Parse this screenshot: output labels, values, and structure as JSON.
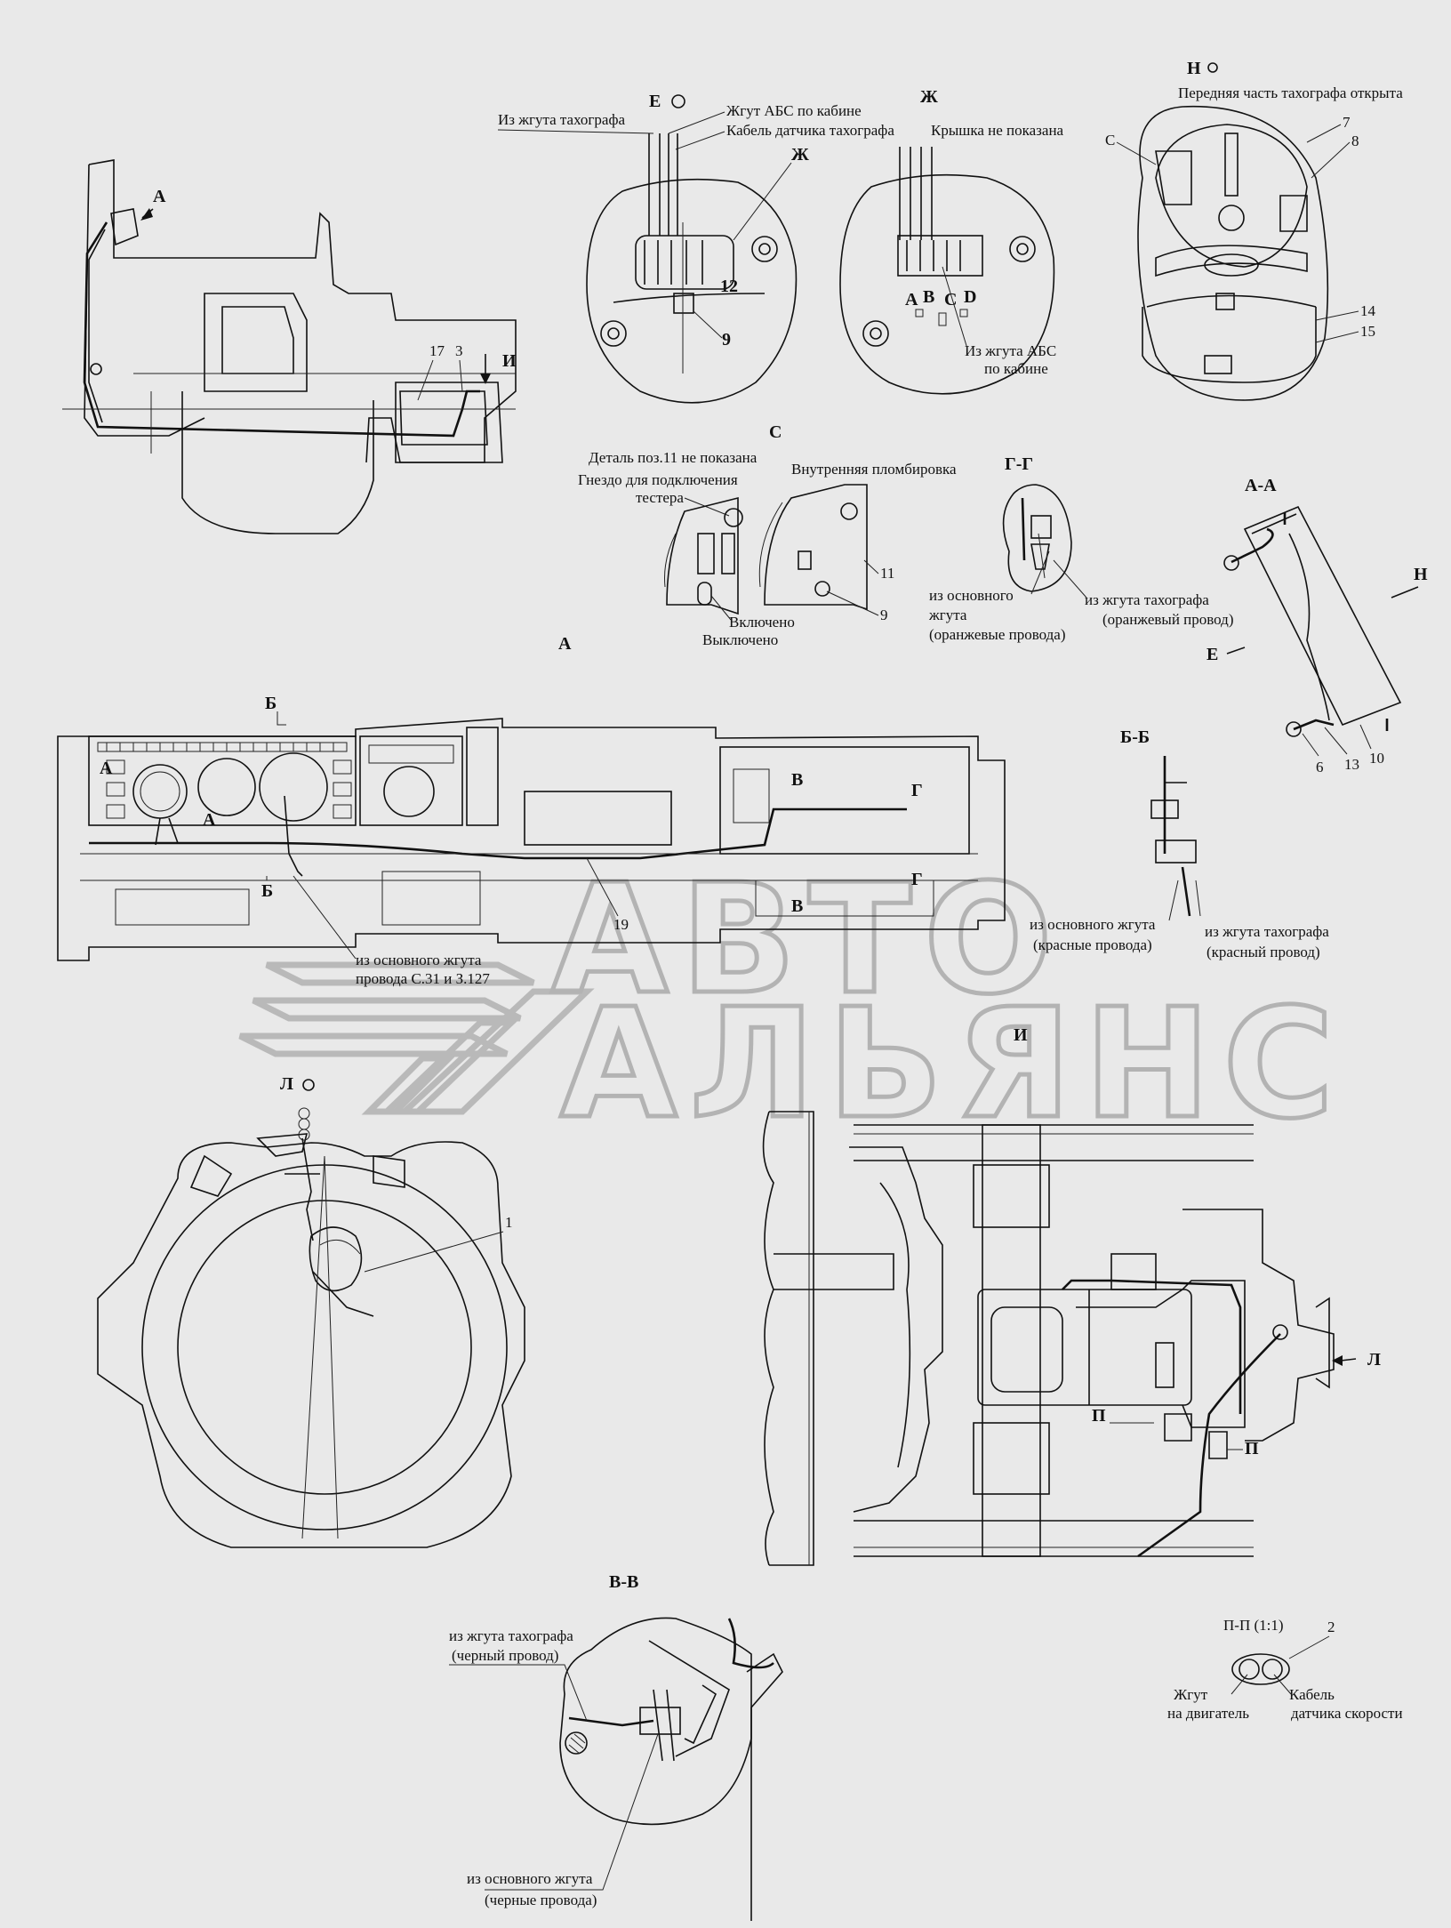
{
  "views": {
    "e": {
      "letter": "Е",
      "from_tacho": "Из жгута тахографа",
      "abs_cab": "Жгут АБС по кабине",
      "tacho_sensor_cable": "Кабель датчика тахографа",
      "zh_ref": "Ж",
      "pos12": "12",
      "pos9": "9"
    },
    "zh": {
      "letter": "Ж",
      "cover_note": "Крышка не показана",
      "pins": [
        "A",
        "B",
        "C",
        "D"
      ],
      "from_abs_1": "Из жгута АБС",
      "from_abs_2": "по кабине"
    },
    "n": {
      "letter": "Н",
      "front_open": "Передняя часть тахографа открыта",
      "c_ref": "С",
      "p7": "7",
      "p8": "8",
      "p14": "14",
      "p15": "15"
    },
    "c": {
      "letter": "С",
      "note11": "Деталь поз.11 не показана",
      "socket_1": "Гнездо для подключения",
      "socket_2": "тестера",
      "inner_seal": "Внутренняя пломбировка",
      "on": "Включено",
      "off": "Выключено",
      "p11": "11",
      "p9": "9"
    },
    "gg": {
      "title": "Г-Г",
      "main_1": "из основного",
      "main_2": "жгута",
      "main_3": "(оранжевые провода)",
      "tacho_1": "из жгута тахографа",
      "tacho_2": "(оранжевый провод)"
    },
    "aa": {
      "title": "А-А",
      "n": "Н",
      "e": "Е",
      "p6": "6",
      "p13": "13",
      "p10": "10"
    },
    "a": {
      "title": "А"
    },
    "left": {
      "a": "А",
      "i": "И",
      "p17": "17",
      "p3": "3"
    },
    "dash": {
      "b": "Б",
      "a": "А",
      "v": "В",
      "g": "Г",
      "main_1": "из основного жгута",
      "main_2": "провода С.31 и З.127",
      "p19": "19"
    },
    "bb": {
      "title": "Б-Б",
      "main_1": "из основного жгута",
      "main_2": "(красные провода)",
      "tacho_1": "из жгута тахографа",
      "tacho_2": "(красный провод)"
    },
    "l": {
      "letter": "Л",
      "p1": "1"
    },
    "i": {
      "letter": "И",
      "l": "Л",
      "p": "П"
    },
    "vv": {
      "title": "В-В",
      "tacho_1": "из жгута тахографа",
      "tacho_2": "(черный провод)",
      "main_1": "из основного жгута",
      "main_2": "(черные провода)"
    },
    "pp": {
      "title": "П-П (1:1)",
      "p2": "2",
      "harness_1": "Жгут",
      "harness_2": "на двигатель",
      "cable_1": "Кабель",
      "cable_2": "датчика скорости"
    }
  },
  "watermark": {
    "line1": "АВТО",
    "line2": "АЛЬЯНС"
  }
}
